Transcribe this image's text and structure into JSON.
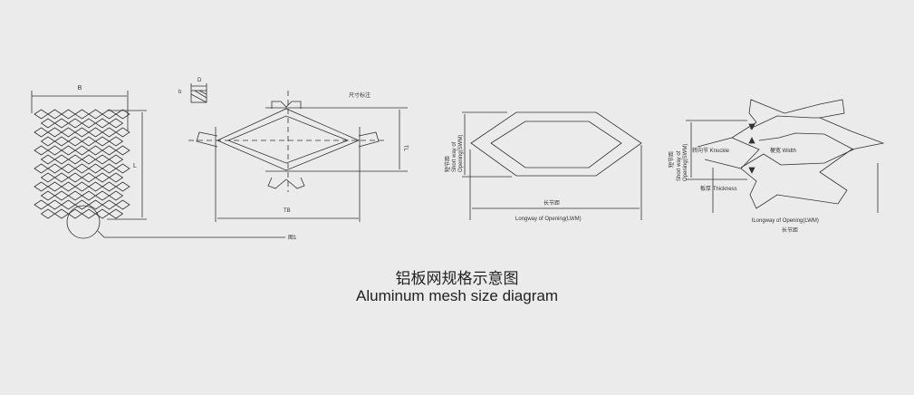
{
  "labels": {
    "b_width": "B",
    "l_length": "L",
    "d_dim": "D",
    "b_small": "b",
    "dim_note": "尺寸标注",
    "tl": "TL",
    "tb": "TB",
    "fig1": "图1",
    "swm_cn": "短节距",
    "swm_en": "Short way of",
    "swm_en2": "Opening(SWM)",
    "lwm_cn": "长节距",
    "lwm_en": "Longway of Opening(LWM)",
    "knuckle": "转向节 Knuckle",
    "width": "梗宽 Width",
    "thickness": "板厚 Thickness",
    "lwm_en_right": "lLongway of Opening(LWM)",
    "lwm_cn_right": "长节距"
  },
  "title_cn": "铝板网规格示意图",
  "title_en": "Aluminum mesh size diagram"
}
